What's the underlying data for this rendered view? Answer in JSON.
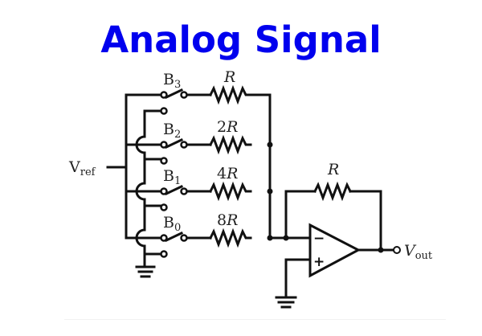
{
  "title": "Analog Signal",
  "colors": {
    "title": "#0000ee",
    "wire": "#111111"
  },
  "circuit": {
    "input_label": {
      "main": "V",
      "sub": "ref"
    },
    "output_label": {
      "main": "V",
      "sub": "out"
    },
    "branches": [
      {
        "switch": {
          "main": "B",
          "sub": "3"
        },
        "resistor": {
          "coef": "",
          "unit": "R"
        }
      },
      {
        "switch": {
          "main": "B",
          "sub": "2"
        },
        "resistor": {
          "coef": "2",
          "unit": "R"
        }
      },
      {
        "switch": {
          "main": "B",
          "sub": "1"
        },
        "resistor": {
          "coef": "4",
          "unit": "R"
        }
      },
      {
        "switch": {
          "main": "B",
          "sub": "0"
        },
        "resistor": {
          "coef": "8",
          "unit": "R"
        }
      }
    ],
    "feedback_resistor": {
      "unit": "R"
    },
    "opamp": {
      "inverting": "−",
      "non_inverting": "+"
    }
  }
}
